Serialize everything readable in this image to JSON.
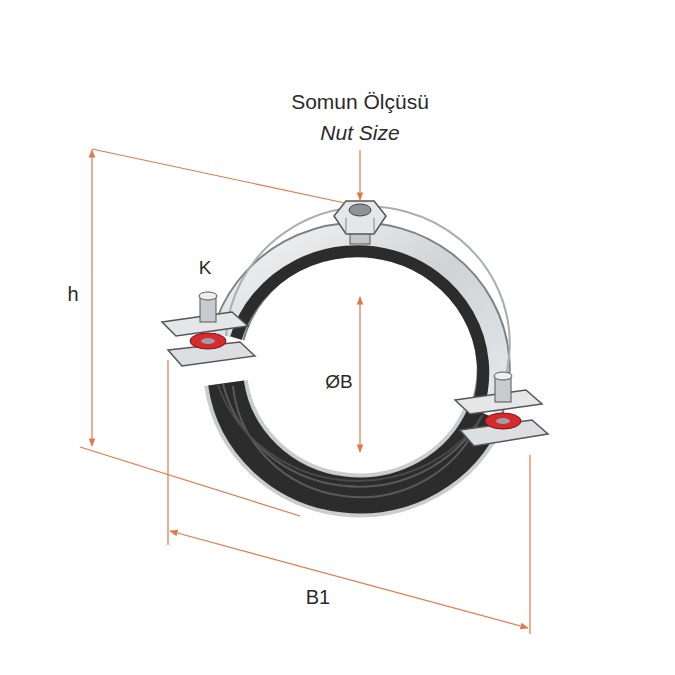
{
  "diagram": {
    "labels": [
      "Somun Ölçüsü",
      "Nut Size",
      "K",
      "h",
      "ØB",
      "B1"
    ]
  }
}
